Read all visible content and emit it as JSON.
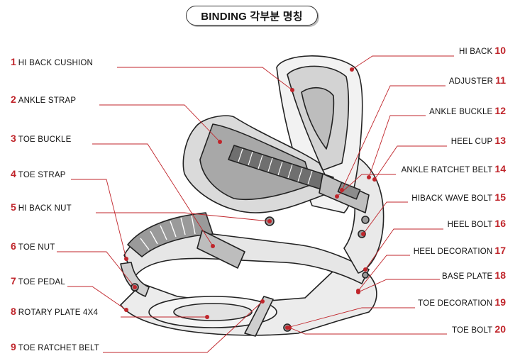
{
  "title": "BINDING 각부분 명칭",
  "parts_left": [
    {
      "num": "1",
      "name": "HI BACK CUSHION"
    },
    {
      "num": "2",
      "name": "ANKLE STRAP"
    },
    {
      "num": "3",
      "name": "TOE BUCKLE"
    },
    {
      "num": "4",
      "name": "TOE STRAP"
    },
    {
      "num": "5",
      "name": "HI BACK NUT"
    },
    {
      "num": "6",
      "name": "TOE NUT"
    },
    {
      "num": "7",
      "name": "TOE PEDAL"
    },
    {
      "num": "8",
      "name": "ROTARY PLATE 4X4"
    },
    {
      "num": "9",
      "name": "TOE RATCHET BELT"
    }
  ],
  "parts_right": [
    {
      "num": "10",
      "name": "HI BACK"
    },
    {
      "num": "11",
      "name": "ADJUSTER"
    },
    {
      "num": "12",
      "name": "ANKLE BUCKLE"
    },
    {
      "num": "13",
      "name": "HEEL CUP"
    },
    {
      "num": "14",
      "name": "ANKLE RATCHET BELT"
    },
    {
      "num": "15",
      "name": "HIBACK WAVE BOLT"
    },
    {
      "num": "16",
      "name": "HEEL BOLT"
    },
    {
      "num": "17",
      "name": "HEEL DECORATION"
    },
    {
      "num": "18",
      "name": "BASE PLATE"
    },
    {
      "num": "19",
      "name": "TOE DECORATION"
    },
    {
      "num": "20",
      "name": "TOE BOLT"
    }
  ],
  "colors": {
    "number": "#c0252b",
    "leader": "#c0252b",
    "dot": "#c0252b",
    "outline": "#222222",
    "shade": "#dcdcdc"
  }
}
